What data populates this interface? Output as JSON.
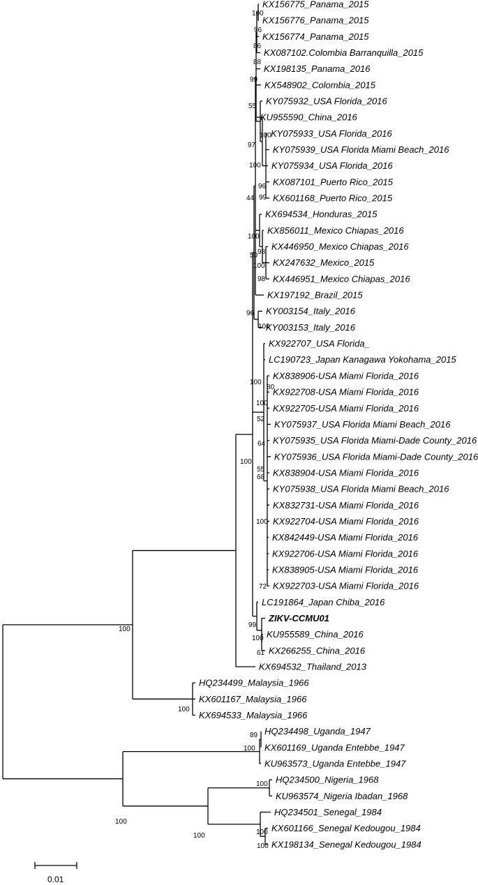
{
  "taxa": [
    "KX156775_Panama_2015",
    "KX156776_Panama_2015",
    "KX156774_Panama_2015",
    "KX087102.Colombia Barranquilla_2015",
    "KX198135_Panama_2016",
    "KX548902_Colombia_2015",
    "KY075932_USA Florida_2016",
    "KU955590_China_2016",
    "KY075933_USA Florida_2016",
    "KY075939_USA Florida Miami Beach_2016",
    "KY075934_USA Florida_2016",
    "KX087101_Puerto Rico_2015",
    "KX601168_Puerto Rico_2015",
    "KX694534_Honduras_2015",
    "KX856011_Mexico Chiapas_2016",
    "KX446950_Mexico Chiapas_2016",
    "KX247632_Mexico_2015",
    "KX446951_Mexico Chiapas_2016",
    "KX197192_Brazil_2015",
    "KY003154_Italy_2016",
    "KY003153_Italy_2016",
    "KX922707_USA Florida_",
    "LC190723_Japan Kanagawa Yokohama_2015",
    "KX838906-USA Miami Florida_2016",
    "KX922708-USA Miami Florida_2016",
    "KX922705-USA Miami Florida_2016",
    "KY075937_USA Florida Miami Beach_2016",
    "KY075935_USA Florida Miami-Dade County_2016",
    "KY075936_USA Florida Miami-Dade County_2016",
    "KX838904-USA Miami Florida_2016",
    "KY075938_USA Florida Miami Beach_2016",
    "KX832731-USA Miami  Florida_2016",
    "KX922704-USA Miami Florida_2016",
    "KX842449-USA Miami Florida_2016",
    "KX922706-USA Miami Florida_2016",
    "KX838905-USA Miami Florida_2016",
    "KX922703-USA Miami Florida_2016",
    "LC191864_Japan Chiba_2016",
    "ZIKV-CCMU01",
    "KU955589_China_2016",
    "KX266255_China_2016",
    "KX694532_Thailand_2013",
    "HQ234499_Malaysia_1966",
    "KX601167_Malaysia_1966",
    "KX694533_Malaysia_1966",
    "HQ234498_Uganda_1947",
    "KX601169_Uganda Entebbe_1947",
    "KU963573_Uganda Entebbe_1947",
    "HQ234500_Nigeria_1968",
    "KU963574_Nigeria Ibadan_1968",
    "HQ234501_Senegal_1984",
    "KX601166_Senegal Kedougou_1984",
    "KX198134_Senegal Kedougou_1984"
  ],
  "highlight_taxon": "ZIKV-CCMU01",
  "support_values": [
    "100",
    "96",
    "86",
    "88",
    "99",
    "55",
    "97",
    "100",
    "100",
    "96",
    "99",
    "44",
    "100",
    "50",
    "98",
    "100",
    "98",
    "96",
    "100",
    "100",
    "80",
    "100",
    "52",
    "64",
    "55",
    "68",
    "100",
    "72",
    "100",
    "99",
    "100",
    "61",
    "100",
    "100",
    "89",
    "100",
    "100",
    "100",
    "100",
    "100",
    "100"
  ],
  "scale_bar": {
    "label": "0.01"
  }
}
